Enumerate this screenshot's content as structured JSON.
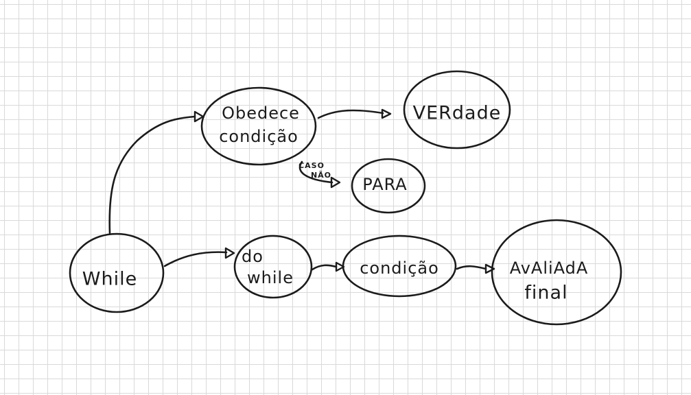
{
  "nodes": {
    "while": "While",
    "obedece_line1": "Obedece",
    "obedece_line2": "condição",
    "verdade": "VERdade",
    "para": "PARA",
    "do_while_line1": "do",
    "do_while_line2": "while",
    "condicao": "condição",
    "avaliada_line1": "AvAliAdA",
    "avaliada_line2": "final"
  },
  "edge_labels": {
    "caso": "CASO",
    "nao": "NÃO"
  },
  "colors": {
    "ink": "#1b1b1b",
    "grid": "#d9d9d9",
    "paper": "#ffffff"
  }
}
